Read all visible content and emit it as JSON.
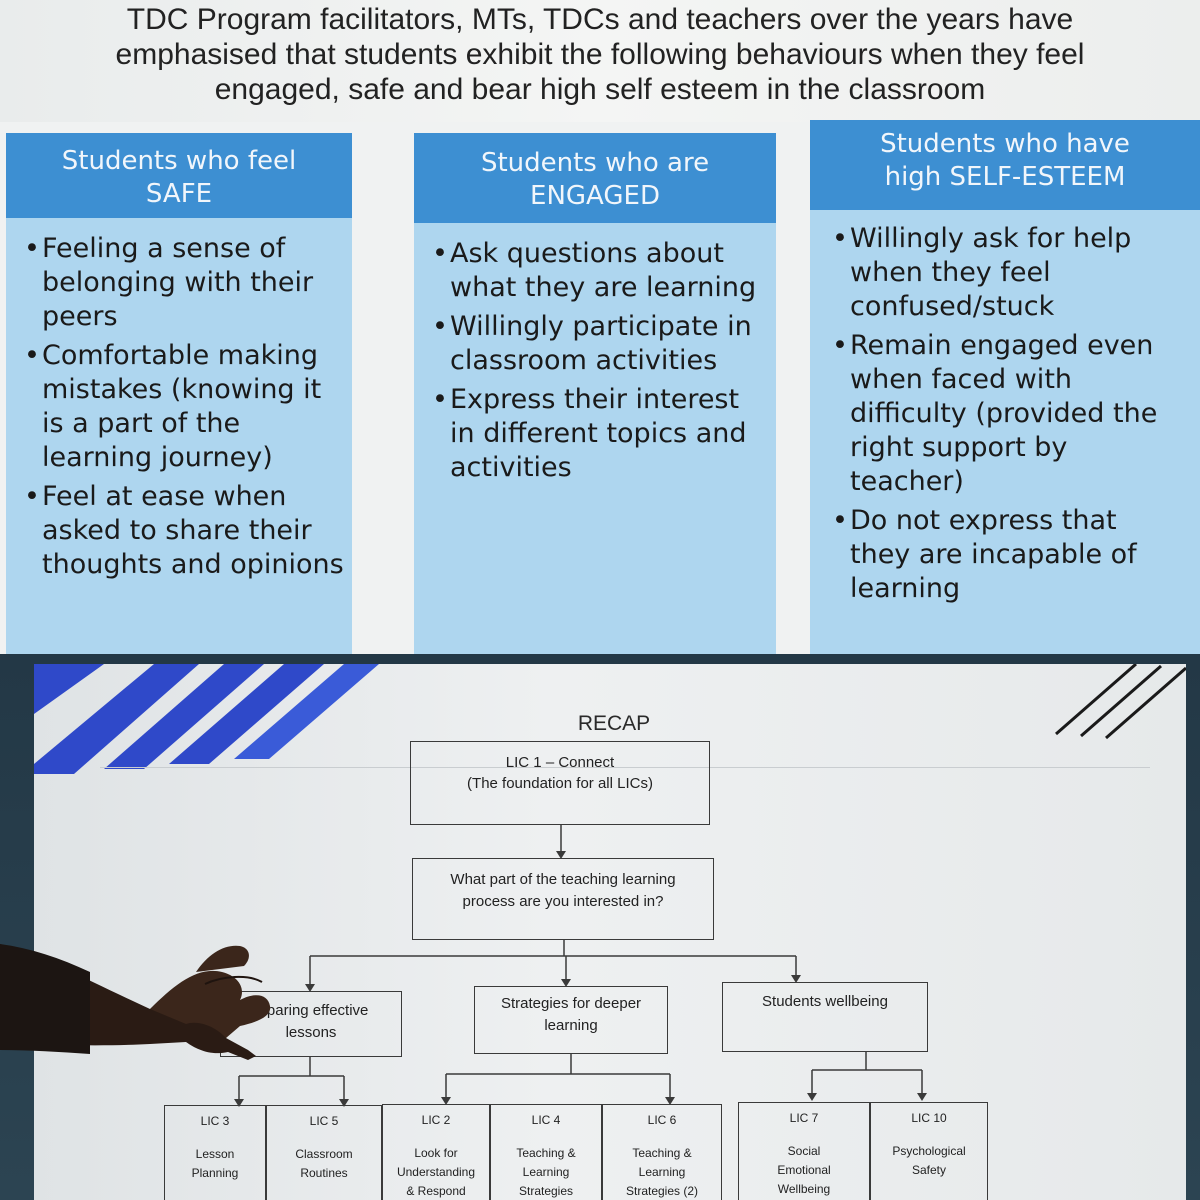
{
  "top": {
    "title_lines": [
      "TDC Program facilitators, MTs, TDCs and teachers over the years have",
      "emphasised that students exhibit the following behaviours when they feel",
      "engaged, safe and bear high self esteem in the classroom"
    ],
    "columns": [
      {
        "heading": [
          "Students who feel",
          "SAFE"
        ],
        "bullets": [
          "Feeling a sense of belonging with their peers",
          "Comfortable making mistakes (knowing it is a part of the learning journey)",
          "Feel at ease when asked to share their thoughts and opinions"
        ]
      },
      {
        "heading": [
          "Students who are",
          "ENGAGED"
        ],
        "bullets": [
          "Ask questions about what they are learning",
          "Willingly participate in classroom activities",
          "Express their interest in different topics and activities"
        ]
      },
      {
        "heading": [
          "Students who have",
          "high SELF-ESTEEM"
        ],
        "bullets": [
          "Willingly ask for help when they feel confused/stuck",
          "Remain engaged even when faced with difficulty (provided the right support by teacher)",
          "Do not express that they are incapable of learning"
        ]
      }
    ],
    "colors": {
      "heading_bg": "#3d8fd2",
      "body_bg": "#aed6ef"
    }
  },
  "bottom": {
    "title": "RECAP",
    "root": [
      "LIC 1 – Connect",
      "(The foundation for all LICs)"
    ],
    "question": [
      "What part of the teaching learning",
      "process are you interested in?"
    ],
    "categories": [
      {
        "label": [
          "reparing effective",
          "lessons"
        ]
      },
      {
        "label": [
          "Strategies for deeper",
          "learning"
        ]
      },
      {
        "label": [
          "Students wellbeing"
        ]
      }
    ],
    "lics": [
      {
        "code": "LIC 3",
        "title": [
          "Lesson",
          "Planning"
        ]
      },
      {
        "code": "LIC 5",
        "title": [
          "Classroom",
          "Routines"
        ]
      },
      {
        "code": "LIC 2",
        "title": [
          "Look for",
          "Understanding",
          "& Respond"
        ]
      },
      {
        "code": "LIC 4",
        "title": [
          "Teaching &",
          "Learning",
          "Strategies"
        ]
      },
      {
        "code": "LIC 6",
        "title": [
          "Teaching &",
          "Learning",
          "Strategies (2)"
        ]
      },
      {
        "code": "LIC 7",
        "title": [
          "Social",
          "Emotional",
          "Wellbeing"
        ]
      },
      {
        "code": "LIC 10",
        "title": [
          "Psychological",
          "Safety"
        ]
      }
    ],
    "colors": {
      "stripe": "#2f49c9",
      "dark_stripe": "#1a1a1a"
    }
  }
}
